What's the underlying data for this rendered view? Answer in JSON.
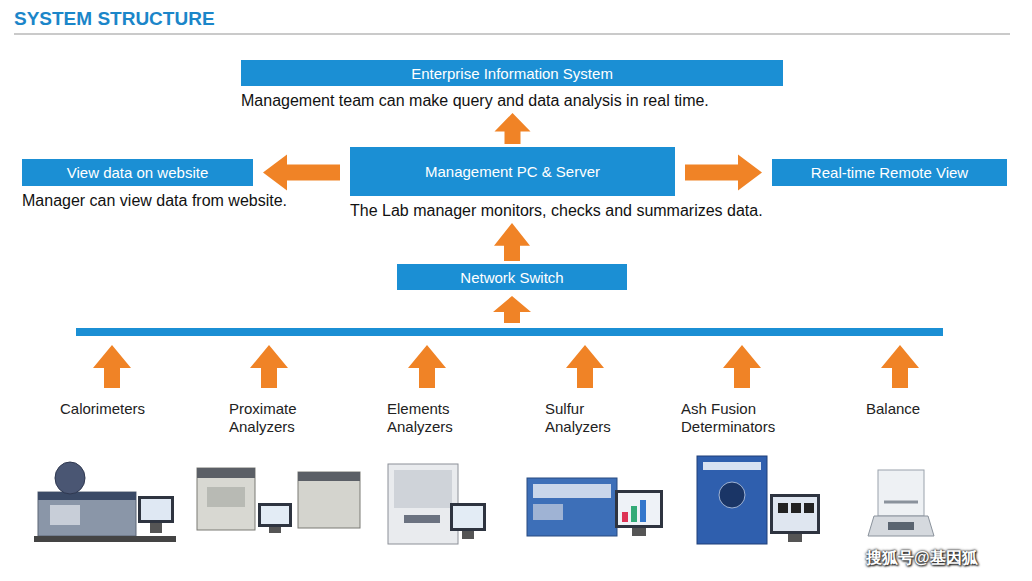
{
  "diagram": {
    "title": "SYSTEM STRUCTURE",
    "nodes": [
      {
        "text": [
          "Enterprise Information System",
          "Management team can make query and data analysis in real time."
        ]
      },
      {
        "text": [
          "View data on website",
          "Manager can view data from website."
        ]
      },
      {
        "text": [
          "Management PC & Server",
          "The Lab manager monitors, checks and summarizes data."
        ]
      },
      {
        "text": [
          "Real-time Remote View"
        ]
      },
      {
        "text": [
          "Network Switch"
        ]
      }
    ],
    "edges": [
      {
        "from": 2,
        "to": 0,
        "arrow": "to"
      },
      {
        "from": 2,
        "to": 1,
        "arrow": "to"
      },
      {
        "from": 2,
        "to": 3,
        "arrow": "to"
      },
      {
        "from": 4,
        "to": 2,
        "arrow": "to"
      }
    ],
    "labels": [
      "Calorimeters",
      "Proximate Analyzers",
      "Elements Analyzers",
      "Sulfur Analyzers",
      "Ash Fusion Determinators",
      "Balance",
      "搜狐号@基因狐"
    ]
  }
}
